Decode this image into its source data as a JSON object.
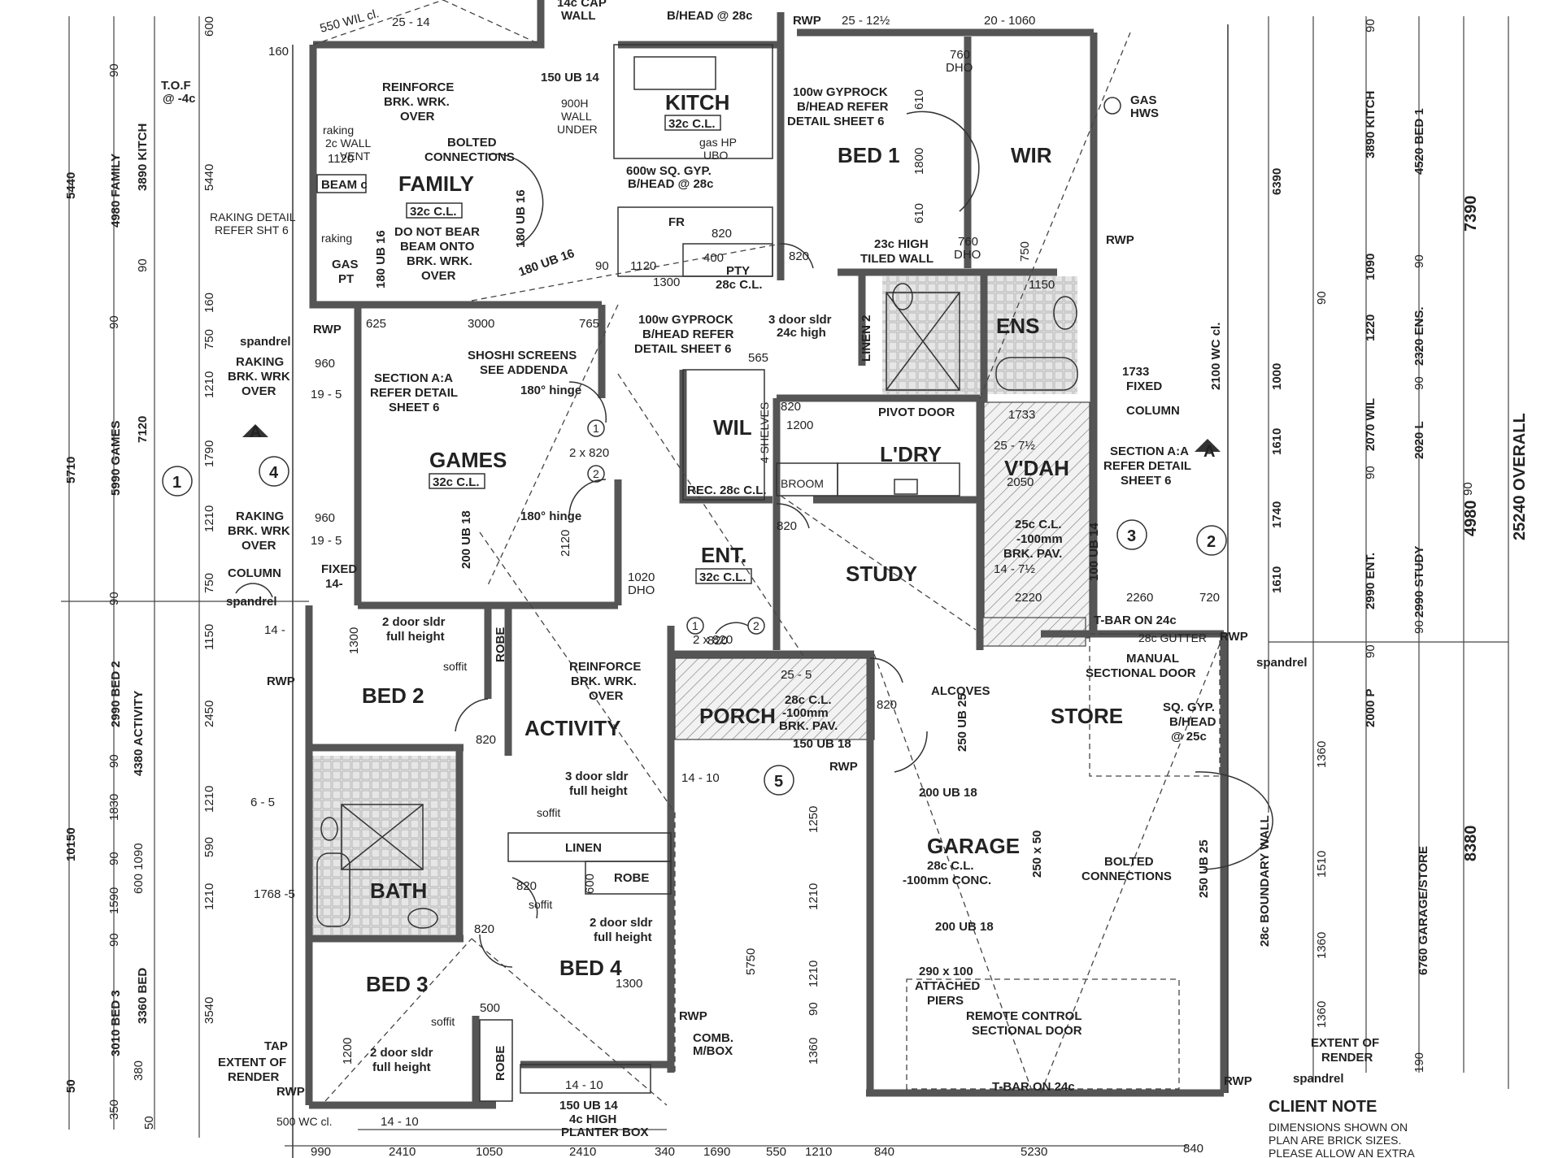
{
  "rooms": {
    "family": "FAMILY",
    "kitch": "KITCH",
    "bed1": "BED 1",
    "wir": "WIR",
    "games": "GAMES",
    "ent": "ENT.",
    "study": "STUDY",
    "ldry": "L'DRY",
    "vdah": "V'DAH",
    "bed2": "BED 2",
    "activity": "ACTIVITY",
    "porch": "PORCH",
    "store": "STORE",
    "garage": "GARAGE",
    "bath": "BATH",
    "bed3": "BED 3",
    "bed4": "BED 4",
    "wil": "WIL",
    "ens": "ENS"
  },
  "ceilings": {
    "family": "32c C.L.",
    "kitch": "32c C.L.",
    "games": "32c C.L.",
    "ent": "32c C.L.",
    "pty": "28c C.L.",
    "rec": "REC. 28c C.L."
  },
  "notes": {
    "reinforce_family": [
      "REINFORCE",
      "BRK. WRK.",
      "OVER"
    ],
    "bolted_family": [
      "BOLTED",
      "CONNECTIONS"
    ],
    "do_not_bear": [
      "DO NOT BEAR",
      "BEAM ONTO",
      "BRK. WRK.",
      "OVER"
    ],
    "raking_wall": [
      "raking",
      "2c WALL",
      "VENT"
    ],
    "beam": "BEAM c",
    "gas_pt": [
      "GAS",
      "PT"
    ],
    "tof": [
      "T.O.F",
      "@ -4c"
    ],
    "raking_detail": [
      "RAKING DETAIL",
      "REFER SHT 6"
    ],
    "cap_wall": [
      "14c CAP",
      "WALL"
    ],
    "bhead_top": "B/HEAD @ 28c",
    "wall_under": [
      "900H",
      "WALL",
      "UNDER"
    ],
    "gas_hp": [
      "gas HP",
      "UBO"
    ],
    "sq_gyp_kitch": [
      "600w SQ. GYP.",
      "B/HEAD @ 28c"
    ],
    "fr": "FR",
    "pty": "PTY",
    "gyprock_bed1": [
      "100w GYPROCK",
      "B/HEAD REFER",
      "DETAIL SHEET 6"
    ],
    "tiled_wall": [
      "23c HIGH",
      "TILED WALL"
    ],
    "gas_hws": [
      "GAS",
      "HWS"
    ],
    "gyprock_mid": [
      "100w GYPROCK",
      "B/HEAD REFER",
      "DETAIL SHEET 6"
    ],
    "door_sldr_24c": [
      "3 door sldr",
      "24c high"
    ],
    "linen2": "LINEN 2",
    "wc": "2100 WC cl.",
    "spandrel": "spandrel",
    "raking_brk_1": [
      "RAKING",
      "BRK. WRK",
      "OVER"
    ],
    "raking_brk_2": [
      "RAKING",
      "BRK. WRK",
      "OVER"
    ],
    "section_left": [
      "SECTION A:A",
      "REFER DETAIL",
      "SHEET 6"
    ],
    "shoshi": [
      "SHOSHI SCREENS",
      "SEE ADDENDA"
    ],
    "hinge_180_1": "180° hinge",
    "hinge_180_2": "180° hinge",
    "shelves": "4 SHELVES",
    "pivot_door": "PIVOT DOOR",
    "broom": "BROOM",
    "fixed_top": [
      "1733",
      "FIXED"
    ],
    "column_right": "COLUMN",
    "section_right": [
      "SECTION A:A",
      "REFER DETAIL",
      "SHEET 6"
    ],
    "vdah_ceiling": [
      "25c C.L.",
      "-100mm",
      "BRK. PAV."
    ],
    "column_left": "COLUMN",
    "fixed_left": [
      "FIXED",
      "14-"
    ],
    "tbar_24c": "T-BAR ON 24c",
    "gutter_28c": "28c GUTTER",
    "manual_door": [
      "MANUAL",
      "SECTIONAL DOOR"
    ],
    "sq_gyp_store": [
      "SQ. GYP.",
      "B/HEAD",
      "@ 25c"
    ],
    "alcoves": "ALCOVES",
    "door_sldr_bed2": [
      "2 door sldr",
      "full height"
    ],
    "soffit": "soffit",
    "robe": "ROBE",
    "reinforce_activity": [
      "REINFORCE",
      "BRK. WRK.",
      "OVER"
    ],
    "porch_ceiling": [
      "28c C.L.",
      "-100mm",
      "BRK. PAV."
    ],
    "door_sldr_linen": [
      "3 door sldr",
      "full height"
    ],
    "linen": "LINEN",
    "door_sldr_bed4": [
      "2 door sldr",
      "full height"
    ],
    "door_sldr_bed3": [
      "2 door sldr",
      "full height"
    ],
    "garage_ceiling": [
      "28c C.L.",
      "-100mm CONC."
    ],
    "bolted_garage": [
      "BOLTED",
      "CONNECTIONS"
    ],
    "piers": [
      "290 x 100",
      "ATTACHED",
      "PIERS"
    ],
    "remote_door": [
      "REMOTE CONTROL",
      "SECTIONAL DOOR"
    ],
    "tbar_bottom": "T-BAR ON 24c",
    "boundary": "28c BOUNDARY WALL",
    "rwp": "RWP",
    "tap": "TAP",
    "extent_left": [
      "EXTENT OF",
      "RENDER"
    ],
    "extent_right": [
      "EXTENT OF",
      "RENDER"
    ],
    "comb": [
      "COMB.",
      "M/BOX"
    ],
    "planter": [
      "4c HIGH",
      "PLANTER BOX"
    ],
    "wc_bottom": "500 WC cl.",
    "client_note_title": "CLIENT NOTE",
    "client_note_body": [
      "DIMENSIONS SHOWN ON",
      "PLAN ARE BRICK SIZES.",
      "PLEASE ALLOW AN EXTRA"
    ]
  },
  "beams": {
    "b180_family": "180 UB 16",
    "b150_kitch": "150 UB 14",
    "b180_diag": "180 UB 16",
    "b200_games": "200 UB 18",
    "b150_porch": "150 UB 18",
    "b200_garage_top": "200 UB 18",
    "b200_garage_mid": "200 UB 18",
    "b250_boundary": "250 UB 25",
    "b150_bottom": "150 UB 14",
    "b250_store": "250 UB 25",
    "b250_garage": "250 x 50",
    "b100_vdah": "100 UB 14"
  },
  "dims": {
    "top_25_14": "25 - 14",
    "top_550": "550 WIL cl.",
    "top_rwp": "RWP",
    "top_25_12": "25 - 12½",
    "top_20_1060": "20 - 1060",
    "dho_760": [
      "760",
      "DHO"
    ],
    "dho_760b": [
      "760",
      "DHO"
    ],
    "dho_1020": [
      "1020",
      "DHO"
    ],
    "d160": "160",
    "d1120a": "1120",
    "d1120b": "1120",
    "d90": "90",
    "d400": "400",
    "d1300": "1300",
    "d820a": "820",
    "d820b": "820",
    "d820c": "820",
    "d820d": "820",
    "d820e": "820",
    "d820f": "820",
    "d820g": "820",
    "d820h": "820",
    "d820i": "820",
    "d610": "610",
    "d1800": "1800",
    "d610b": "610",
    "d750": "750",
    "d1150": "1150",
    "d625": "625",
    "d3000": "3000",
    "d765": "765",
    "d960a": "960",
    "d960b": "960",
    "d19_5a": "19 - 5",
    "d19_5b": "19 - 5",
    "d565": "565",
    "d1200": "1200",
    "d2x820a": "2 x 820",
    "d2x820b": "2 x 820",
    "d2120": "2120",
    "d1733": "1733",
    "d25_7": "25 - 7½",
    "d2050": "2050",
    "d14_7": "14 - 7½",
    "d2220": "2220",
    "d2260": "2260",
    "d720": "720",
    "d14a": "14 -",
    "d1300b": "1300",
    "d25_5": "25 - 5",
    "d14_10a": "14 - 10",
    "d6_5": "6 - 5",
    "d1768": "1768 -5",
    "d600": "600",
    "d1300c": "1300",
    "d500": "500",
    "d14_10b": "14 - 10",
    "d14_10c": "14 - 10",
    "d5750": "5750",
    "d1250": "1250",
    "d1210a": "1210",
    "d1210b": "1210",
    "d1360": "1360",
    "d90c": "90",
    "d1200b": "1200"
  },
  "left_dims": {
    "outer": [
      "5440",
      "5710",
      "10150",
      "50"
    ],
    "rooms": [
      "4980 FAMILY",
      "5990 GAMES",
      "2990 BED 2",
      "4380 ACTIVITY",
      "3010 BED 3"
    ],
    "kitch": [
      "3890 KITCH",
      "7120",
      "3360 BED"
    ],
    "seg": [
      "90",
      "90",
      "90",
      "90",
      "90",
      "90",
      "90",
      "50"
    ],
    "inner": [
      "600",
      "5440",
      "160",
      "750",
      "1210",
      "1790",
      "1210",
      "750",
      "1150",
      "2450",
      "1210",
      "590",
      "1210",
      "3540",
      "350"
    ],
    "bath_1830": "1830",
    "bath_1590": "1590",
    "bath_600": "600 1090",
    "bath_350": "380"
  },
  "right_dims": {
    "outer": [
      "6390",
      "1000",
      "1610",
      "1740",
      "1610"
    ],
    "rooms": [
      "3890 KITCH",
      "4520 BED 1",
      "1090",
      "1220",
      "2320 ENS.",
      "2070 WIL",
      "2020 L",
      "2990 ENT.",
      "2990 STUDY",
      "2000 P"
    ],
    "big": [
      "7390",
      "25240 OVERALL",
      "4980"
    ],
    "garage": [
      "6760 GARAGE/STORE",
      "8380"
    ],
    "seg": [
      "90",
      "90",
      "90",
      "90",
      "90",
      "90",
      "90",
      "90",
      "190"
    ],
    "right_inner": [
      "1360",
      "1510",
      "1360",
      "1360"
    ]
  },
  "bottom_dims": [
    "990",
    "2410",
    "1050",
    "2410",
    "340",
    "1690",
    "550",
    "1210",
    "840",
    "5230",
    "840"
  ],
  "markers": [
    "1",
    "2",
    "3",
    "4",
    "5"
  ],
  "door_marks": [
    "1",
    "2",
    "1",
    "2"
  ],
  "section_marks": [
    "A",
    "A"
  ]
}
